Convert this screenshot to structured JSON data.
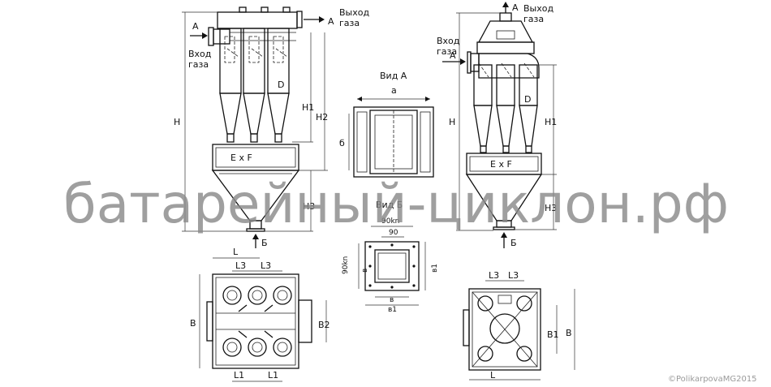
{
  "labels": {
    "gas_inlet": "Вход\nгаза",
    "gas_outlet": "Выход\nгаза",
    "view_a_arrow": "А",
    "view_b_arrow": "Б",
    "view_a_title": "Вид А",
    "view_b_title": "Вид Б",
    "dim_H": "Н",
    "dim_H1": "Н1",
    "dim_H2": "Н2",
    "dim_H3": "Н3",
    "dim_D": "D",
    "dim_ExF": "Е х F",
    "dim_a": "а",
    "dim_b": "б",
    "dim_90kn_top": "90kn",
    "dim_90": "90",
    "dim_90kn_side": "90kn",
    "dim_v": "в",
    "dim_v1": "в1",
    "dim_L": "L",
    "dim_L1": "L1",
    "dim_L3": "L3",
    "dim_B": "В",
    "dim_B1": "В1",
    "dim_B2": "В2"
  },
  "watermark": "батарейный-циклон.рф",
  "copyright": "©PolikarpovaMG2015"
}
